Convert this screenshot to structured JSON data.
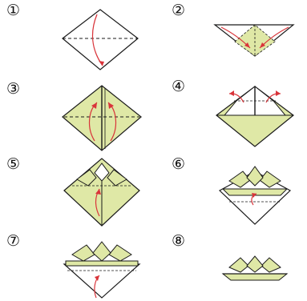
{
  "steps": [
    {
      "number": "①"
    },
    {
      "number": "②"
    },
    {
      "number": "③"
    },
    {
      "number": "④"
    },
    {
      "number": "⑤"
    },
    {
      "number": "⑥"
    },
    {
      "number": "⑦"
    },
    {
      "number": "⑧"
    }
  ],
  "colors": {
    "paper_green": "#dfe8a6",
    "paper_white": "#ffffff",
    "outline": "#1a1a1a",
    "arrow": "#d9343a"
  },
  "icons": [
    "curved-fold-arrow-icon"
  ]
}
